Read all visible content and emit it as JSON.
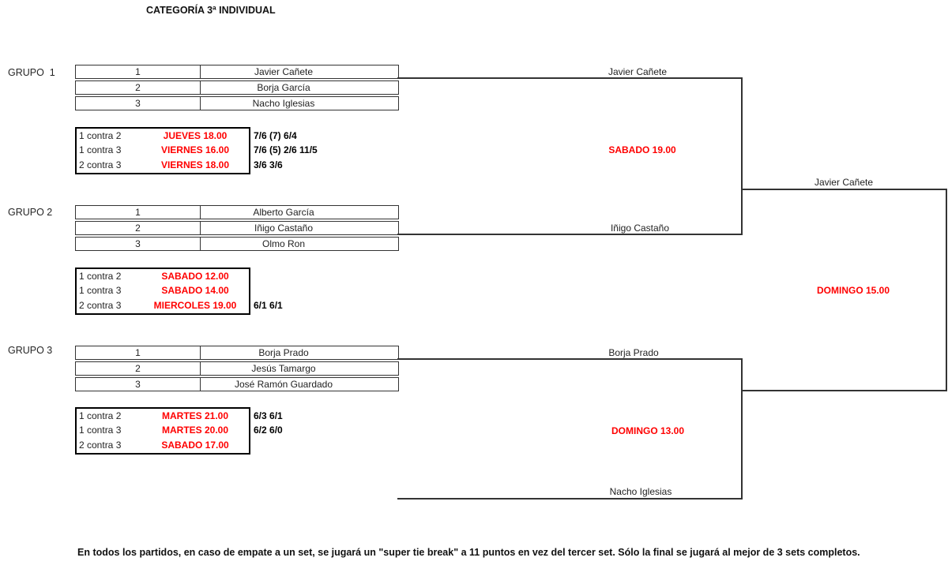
{
  "title": "CATEGORÍA 3ª INDIVIDUAL",
  "colors": {
    "accent_red": "#FF0000",
    "line": "#333333",
    "text": "#1F1F1F"
  },
  "groups": [
    {
      "label": "GRUPO  1",
      "players": [
        {
          "seed": "1",
          "name": "Javier Cañete"
        },
        {
          "seed": "2",
          "name": "Borja García"
        },
        {
          "seed": "3",
          "name": "Nacho Iglesias"
        }
      ],
      "matches": [
        {
          "pairing": "1 contra 2",
          "time": "JUEVES 18.00",
          "result": "7/6 (7) 6/4"
        },
        {
          "pairing": "1 contra 3",
          "time": "VIERNES 16.00",
          "result": "7/6 (5) 2/6 11/5"
        },
        {
          "pairing": "2 contra 3",
          "time": "VIERNES 18.00",
          "result": "3/6 3/6"
        }
      ]
    },
    {
      "label": "GRUPO 2",
      "players": [
        {
          "seed": "1",
          "name": "Alberto García"
        },
        {
          "seed": "2",
          "name": "Iñigo Castaño"
        },
        {
          "seed": "3",
          "name": "Olmo Ron"
        }
      ],
      "matches": [
        {
          "pairing": "1 contra 2",
          "time": "SABADO 12.00",
          "result": ""
        },
        {
          "pairing": "1 contra 3",
          "time": "SABADO 14.00",
          "result": ""
        },
        {
          "pairing": "2 contra 3",
          "time": "MIERCOLES 19.00",
          "result": "6/1 6/1"
        }
      ]
    },
    {
      "label": "GRUPO 3",
      "players": [
        {
          "seed": "1",
          "name": "Borja Prado"
        },
        {
          "seed": "2",
          "name": "Jesús Tamargo"
        },
        {
          "seed": "3",
          "name": "José Ramón Guardado"
        }
      ],
      "matches": [
        {
          "pairing": "1 contra 2",
          "time": "MARTES 21.00",
          "result": "6/3 6/1"
        },
        {
          "pairing": "1 contra 3",
          "time": "MARTES 20.00",
          "result": "6/2 6/0"
        },
        {
          "pairing": "2 contra 3",
          "time": "SABADO 17.00",
          "result": ""
        }
      ]
    }
  ],
  "bracket": {
    "semifinal1": {
      "top": "Javier Cañete",
      "bottom": "Iñigo Castaño",
      "time": "SABADO 19.00"
    },
    "semifinal2": {
      "top": "Borja Prado",
      "bottom": "Nacho Iglesias",
      "time": "DOMINGO 13.00"
    },
    "final": {
      "winner_slot": "Javier Cañete",
      "time": "DOMINGO 15.00"
    }
  },
  "footnote": "En todos los partidos, en caso de empate a un set, se jugará un \"super tie break\" a 11 puntos en vez del tercer set. Sólo la final se jugará al mejor de 3 sets completos."
}
